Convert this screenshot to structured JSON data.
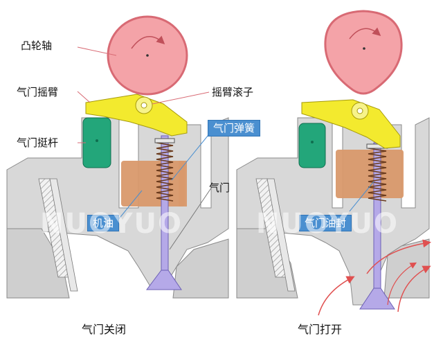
{
  "labels": {
    "camshaft": "凸轮轴",
    "rocker_arm": "气门摇臂",
    "lifter": "气门挺杆",
    "roller": "摇臂滚子",
    "spring": "气门弹簧",
    "valve": "气门",
    "oil": "机油",
    "seal": "气门油封"
  },
  "captions": {
    "closed": "气门关闭",
    "open": "气门打开"
  },
  "watermark": "NUOYUO",
  "colors": {
    "cam": "#f4a3a8",
    "cam_stroke": "#d86a74",
    "rocker": "#f3ea2e",
    "lifter": "#23a67a",
    "oil": "#d9996b",
    "valve": "#b5a9e8",
    "spring": "#6a3a1c",
    "tag": "#4a8fd0",
    "flow": "#e05050",
    "block": "#d7d7d7"
  }
}
